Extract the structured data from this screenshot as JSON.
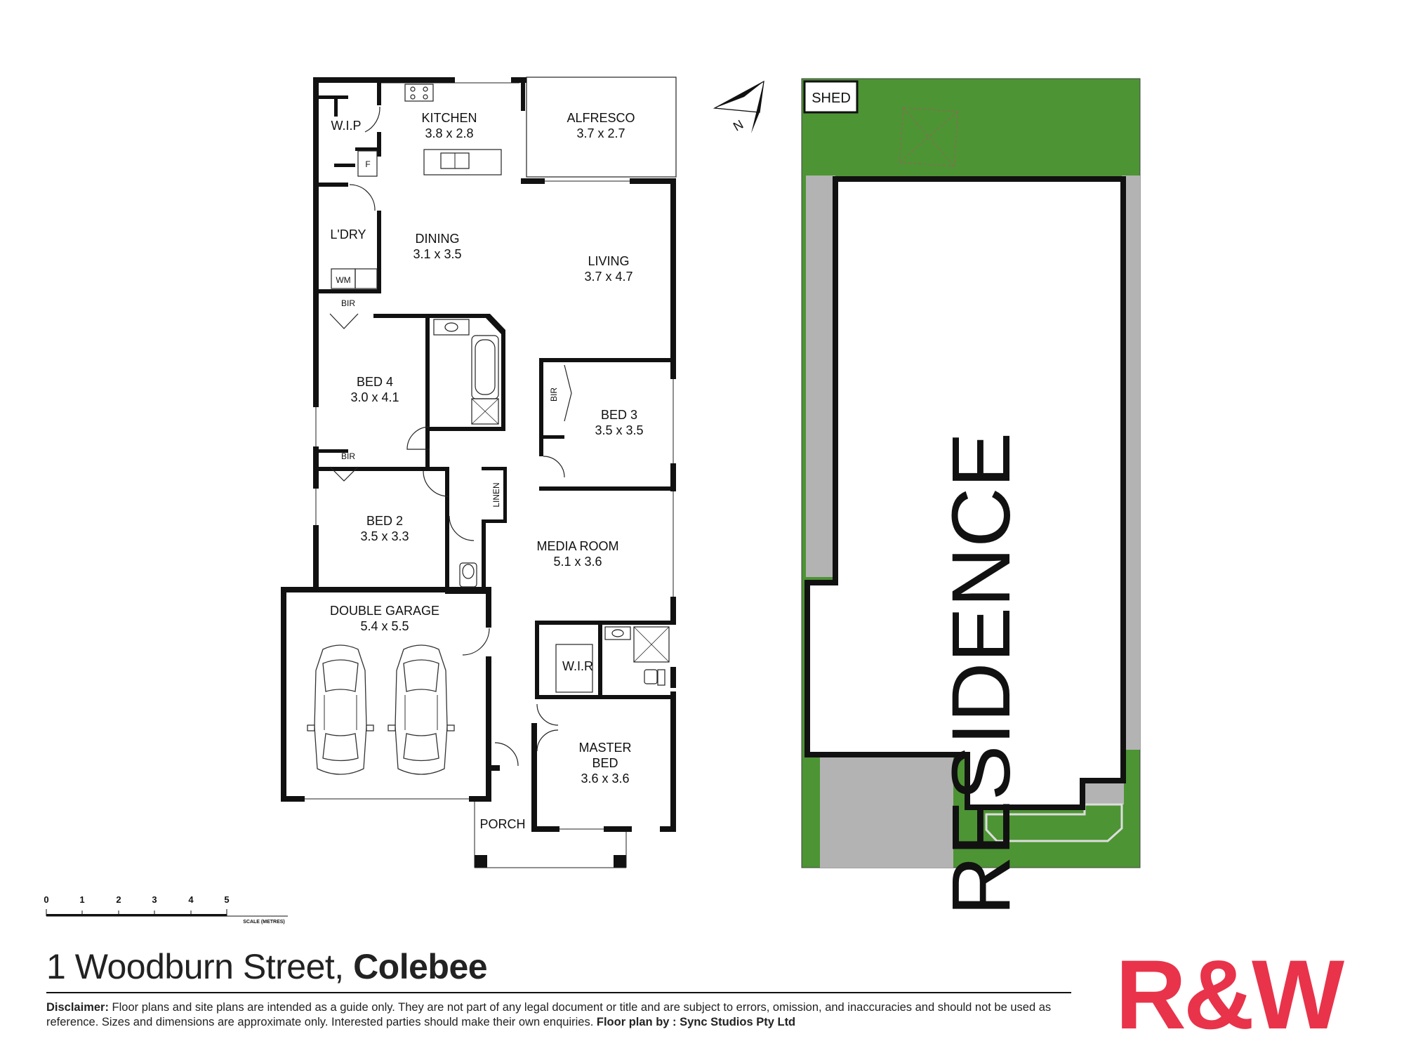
{
  "rooms": {
    "wip": "W.I.P",
    "fridge": "F",
    "kitchen": "KITCHEN",
    "kitchen_size": "3.8 x 2.8",
    "alfresco": "ALFRESCO",
    "alfresco_size": "3.7 x 2.7",
    "laundry": "L'DRY",
    "wm": "WM",
    "dining": "DINING",
    "dining_size": "3.1 x 3.5",
    "living": "LIVING",
    "living_size": "3.7 x 4.7",
    "bir": "BIR",
    "bed4": "BED 4",
    "bed4_size": "3.0 x 4.1",
    "bed3": "BED 3",
    "bed3_size": "3.5 x 3.5",
    "bed2": "BED 2",
    "bed2_size": "3.5 x 3.3",
    "linen": "LINEN",
    "media": "MEDIA ROOM",
    "media_size": "5.1 x 3.6",
    "garage": "DOUBLE GARAGE",
    "garage_size": "5.4 x 5.5",
    "wir": "W.I.R",
    "master_line1": "MASTER",
    "master_line2": "BED",
    "master_size": "3.6 x 3.6",
    "porch": "PORCH"
  },
  "compass": {
    "north_label": "N"
  },
  "site": {
    "shed": "SHED",
    "residence": "RESIDENCE",
    "lawn_color": "#4d9434",
    "paving_color": "#b3b3b3"
  },
  "scale": {
    "ticks": [
      "0",
      "1",
      "2",
      "3",
      "4",
      "5"
    ],
    "caption": "SCALE (METRES)"
  },
  "address": {
    "street": "1 Woodburn Street,",
    "suburb": "Colebee"
  },
  "disclaimer": {
    "label": "Disclaimer:",
    "text": " Floor plans and site plans are intended as a guide only. They are not part of any legal document or title and are subject to errors, omission, and inaccuracies and should not be used as reference. Sizes and dimensions are approximate only. Interested parties should make their own enquiries. ",
    "credit": "Floor plan by : Sync Studios Pty Ltd"
  },
  "logo": {
    "text": "R&W",
    "color": "#e8334a"
  }
}
